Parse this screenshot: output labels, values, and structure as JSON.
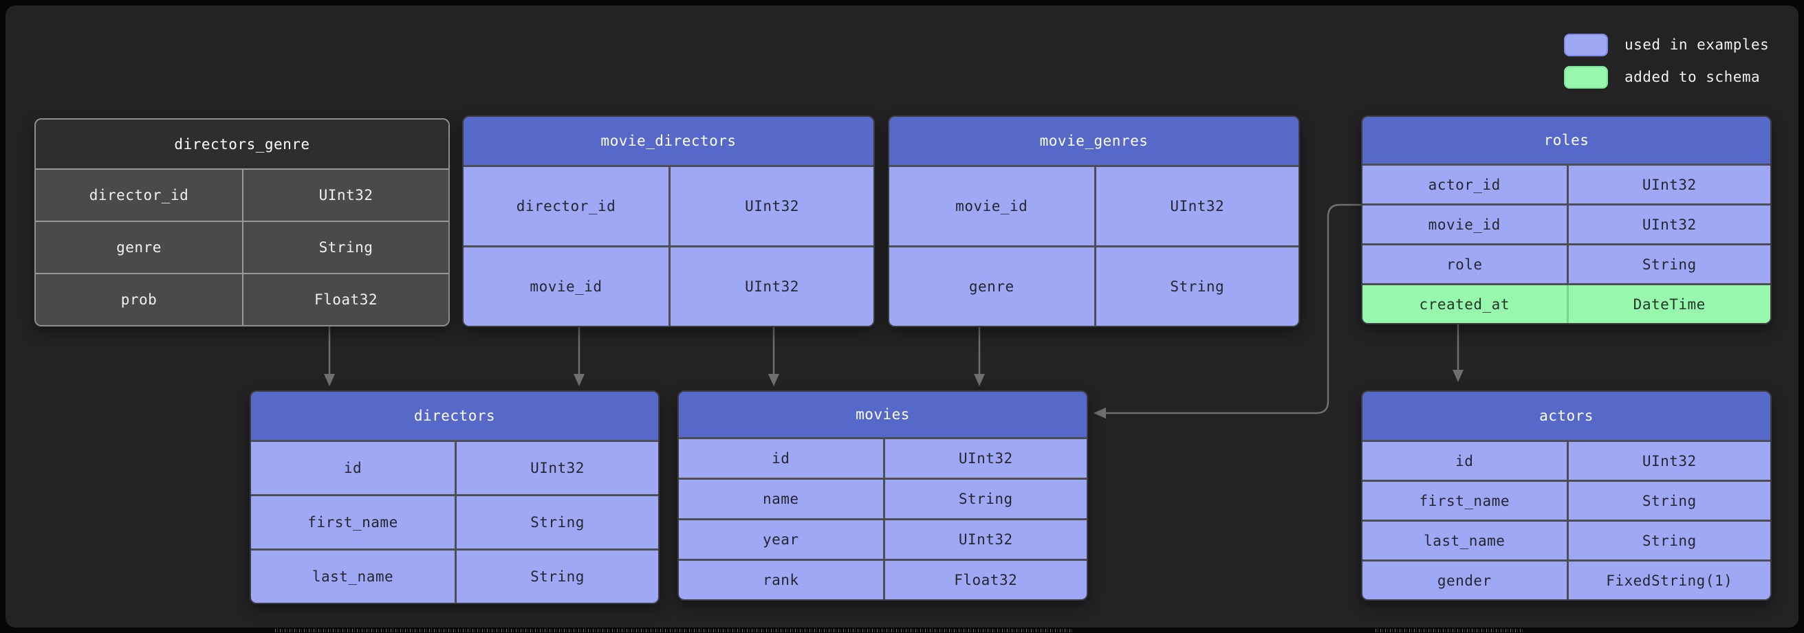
{
  "legend": {
    "items": [
      {
        "label": "used in examples",
        "color": "#9ea8f5"
      },
      {
        "label": "added to schema",
        "color": "#97f8ad"
      }
    ]
  },
  "colors": {
    "background": "#232323",
    "header_blue": "#5669c8",
    "row_blue": "#9ea8f5",
    "row_green": "#97f8ad",
    "muted_header": "#2e2e2e",
    "muted_row": "#4a4a4a",
    "edge_gray": "#6f6f6f"
  },
  "tables": [
    {
      "title": "directors_genre",
      "variant": "muted",
      "rows": [
        [
          "director_id",
          "UInt32"
        ],
        [
          "genre",
          "String"
        ],
        [
          "prob",
          "Float32"
        ]
      ]
    },
    {
      "title": "movie_directors",
      "variant": "used-in-examples",
      "rows": [
        [
          "director_id",
          "UInt32"
        ],
        [
          "movie_id",
          "UInt32"
        ]
      ]
    },
    {
      "title": "movie_genres",
      "variant": "used-in-examples",
      "rows": [
        [
          "movie_id",
          "UInt32"
        ],
        [
          "genre",
          "String"
        ]
      ]
    },
    {
      "title": "roles",
      "variant": "used-in-examples",
      "rows": [
        [
          "actor_id",
          "UInt32"
        ],
        [
          "movie_id",
          "UInt32"
        ],
        [
          "role",
          "String"
        ],
        [
          "created_at",
          "DateTime"
        ]
      ],
      "added_to_schema_row": "created_at"
    },
    {
      "title": "directors",
      "variant": "used-in-examples",
      "rows": [
        [
          "id",
          "UInt32"
        ],
        [
          "first_name",
          "String"
        ],
        [
          "last_name",
          "String"
        ]
      ]
    },
    {
      "title": "movies",
      "variant": "used-in-examples",
      "rows": [
        [
          "id",
          "UInt32"
        ],
        [
          "name",
          "String"
        ],
        [
          "year",
          "UInt32"
        ],
        [
          "rank",
          "Float32"
        ]
      ]
    },
    {
      "title": "actors",
      "variant": "used-in-examples",
      "rows": [
        [
          "id",
          "UInt32"
        ],
        [
          "first_name",
          "String"
        ],
        [
          "last_name",
          "String"
        ],
        [
          "gender",
          "FixedString(1)"
        ]
      ]
    }
  ],
  "relations": [
    {
      "from": "directors_genre",
      "to": "directors"
    },
    {
      "from": "movie_directors",
      "to": "directors"
    },
    {
      "from": "movie_directors",
      "to": "movies"
    },
    {
      "from": "movie_genres",
      "to": "movies"
    },
    {
      "from": "roles",
      "to": "movies"
    },
    {
      "from": "roles",
      "to": "actors"
    }
  ]
}
